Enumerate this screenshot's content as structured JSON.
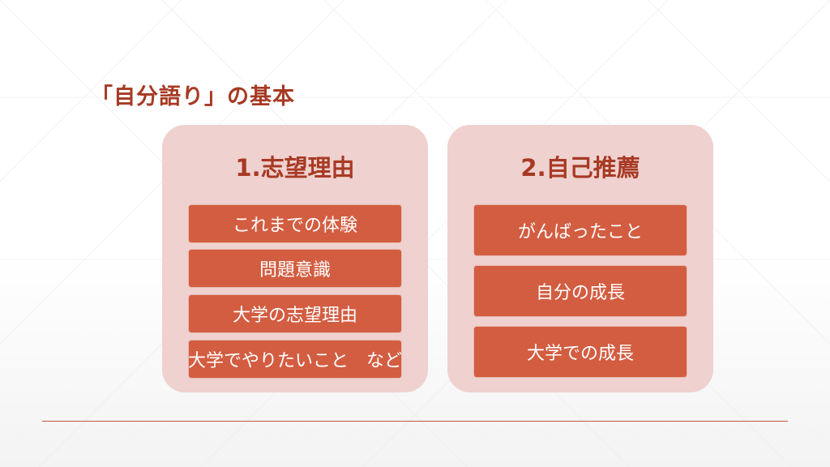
{
  "slide": {
    "title": "「自分語り」の基本",
    "accent_color": "#a73a24",
    "panel_color": "#efd1cf",
    "item_color": "#d35d41"
  },
  "left_panel": {
    "heading": "1.志望理由",
    "items": [
      "これまでの体験",
      "問題意識",
      "大学の志望理由",
      "大学でやりたいこと　など"
    ]
  },
  "right_panel": {
    "heading": "2.自己推薦",
    "items": [
      "がんばったこと",
      "自分の成長",
      "大学での成長"
    ]
  }
}
